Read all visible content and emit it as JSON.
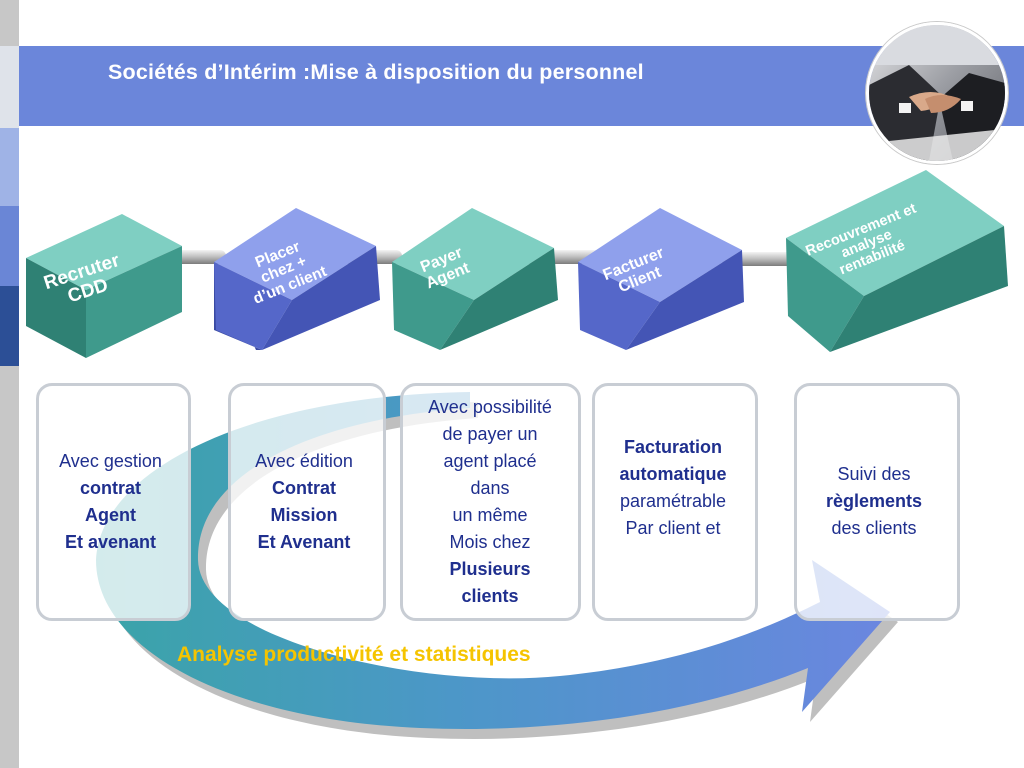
{
  "header": {
    "title": "Sociétés d’Intérim :Mise à disposition du personnel"
  },
  "cubes": [
    {
      "label": "Recruter\nCDD",
      "color": "#3f9a8c"
    },
    {
      "label": "Placer\nchez +\nd’un client",
      "color": "#5567c9"
    },
    {
      "label": "Payer\nAgent",
      "color": "#3f9a8c"
    },
    {
      "label": "Facturer\nClient",
      "color": "#5567c9"
    },
    {
      "label": "Recouvrement et\nanalyse\nrentabilité",
      "color": "#3f9a8c"
    }
  ],
  "boxes": [
    {
      "lines": [
        {
          "text": "Avec gestion",
          "bold": false
        },
        {
          "text": "contrat",
          "bold": true
        },
        {
          "text": "Agent",
          "bold": true
        },
        {
          "text": "Et avenant",
          "bold": true
        }
      ]
    },
    {
      "lines": [
        {
          "text": "Avec édition",
          "bold": false
        },
        {
          "text": "Contrat",
          "bold": true
        },
        {
          "text": "Mission",
          "bold": true
        },
        {
          "text": "Et Avenant",
          "bold": true
        }
      ]
    },
    {
      "lines": [
        {
          "text": "Avec possibilité",
          "bold": false
        },
        {
          "text": "de payer un",
          "bold": false
        },
        {
          "text": "agent placé",
          "bold": false
        },
        {
          "text": "dans",
          "bold": false
        },
        {
          "text": "un même",
          "bold": false
        },
        {
          "text": "Mois chez",
          "bold": false
        },
        {
          "text": "Plusieurs",
          "bold": true
        },
        {
          "text": "clients",
          "bold": true
        }
      ]
    },
    {
      "lines": [
        {
          "text": "Facturation",
          "bold": true
        },
        {
          "text": "automatique",
          "bold": true
        },
        {
          "text": "paramétrable",
          "bold": false
        },
        {
          "text": "Par client et",
          "bold": false
        }
      ]
    },
    {
      "lines": [
        {
          "text": "Suivi des",
          "bold": false
        },
        {
          "text": "règlements",
          "bold": true
        },
        {
          "text": "des clients",
          "bold": false
        }
      ]
    }
  ],
  "footer": {
    "label": "Analyse productivité et statistiques"
  },
  "colors": {
    "header_band": "#6b86da",
    "box_text": "#1f2f8e",
    "footer_text": "#f5c400",
    "arrow_teal": "#3d9eab",
    "arrow_blue": "#6b8de0"
  },
  "icons": [
    "handshake-photo"
  ]
}
